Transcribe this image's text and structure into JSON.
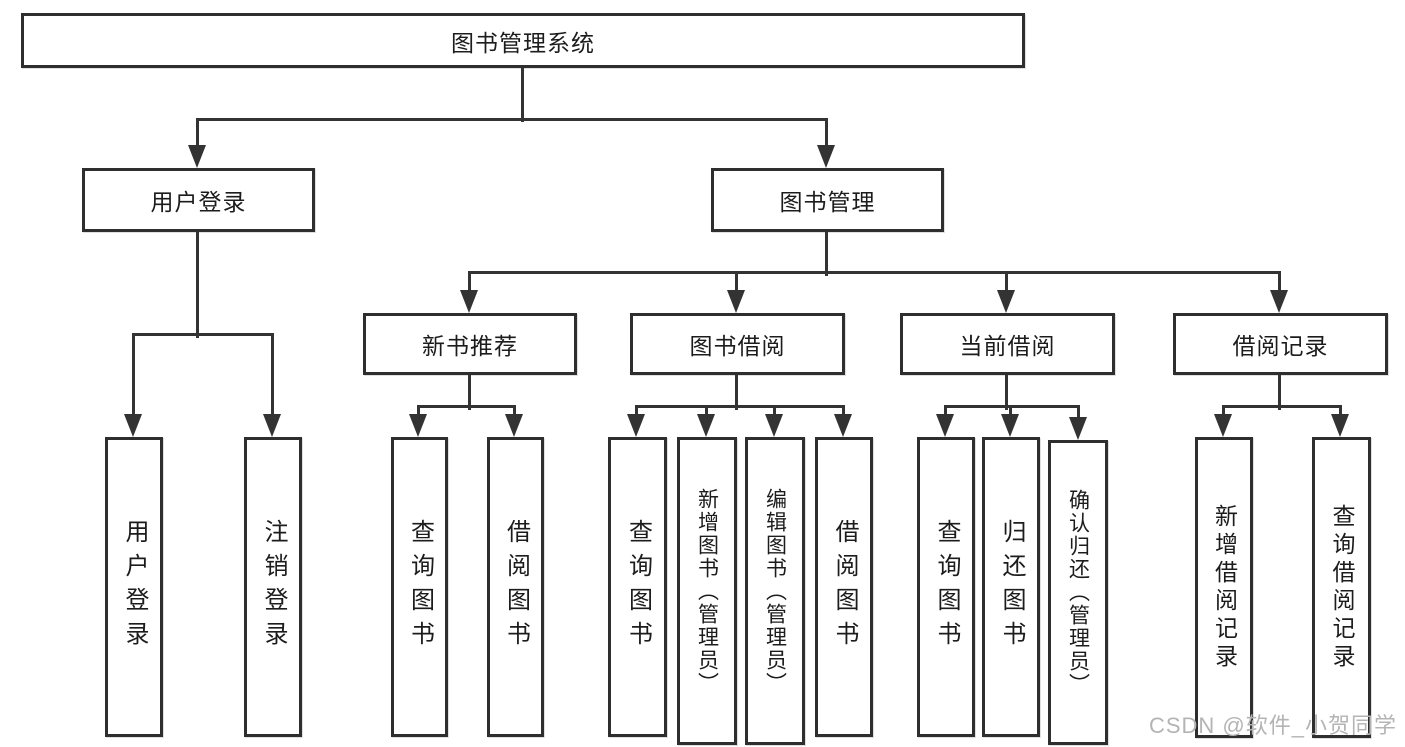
{
  "diagram": {
    "root": {
      "label": "图书管理系统"
    },
    "branches": [
      {
        "id": "user-login",
        "label": "用户登录",
        "children": [
          {
            "id": "user-login-leaf",
            "label": "用户登录"
          },
          {
            "id": "logout-leaf",
            "label": "注销登录"
          }
        ]
      },
      {
        "id": "book-management",
        "label": "图书管理",
        "children": [
          {
            "id": "new-book-recommend",
            "label": "新书推荐",
            "children": [
              {
                "id": "query-books",
                "label": "查询图书"
              },
              {
                "id": "borrow-books",
                "label": "借阅图书"
              }
            ]
          },
          {
            "id": "book-borrowing",
            "label": "图书借阅",
            "children": [
              {
                "id": "query-books",
                "label": "查询图书"
              },
              {
                "id": "add-books-admin",
                "label": "新增图书（管理员）"
              },
              {
                "id": "edit-books-admin",
                "label": "编辑图书（管理员）"
              },
              {
                "id": "borrow-books",
                "label": "借阅图书"
              }
            ]
          },
          {
            "id": "current-borrowing",
            "label": "当前借阅",
            "children": [
              {
                "id": "query-books",
                "label": "查询图书"
              },
              {
                "id": "return-books",
                "label": "归还图书"
              },
              {
                "id": "confirm-return-admin",
                "label": "确认归还（管理员）"
              }
            ]
          },
          {
            "id": "borrowing-records",
            "label": "借阅记录",
            "children": [
              {
                "id": "add-borrow-record",
                "label": "新增借阅记录"
              },
              {
                "id": "query-borrow-record",
                "label": "查询借阅记录"
              }
            ]
          }
        ]
      }
    ]
  },
  "watermark": {
    "text": "CSDN @软件_小贺同学"
  }
}
